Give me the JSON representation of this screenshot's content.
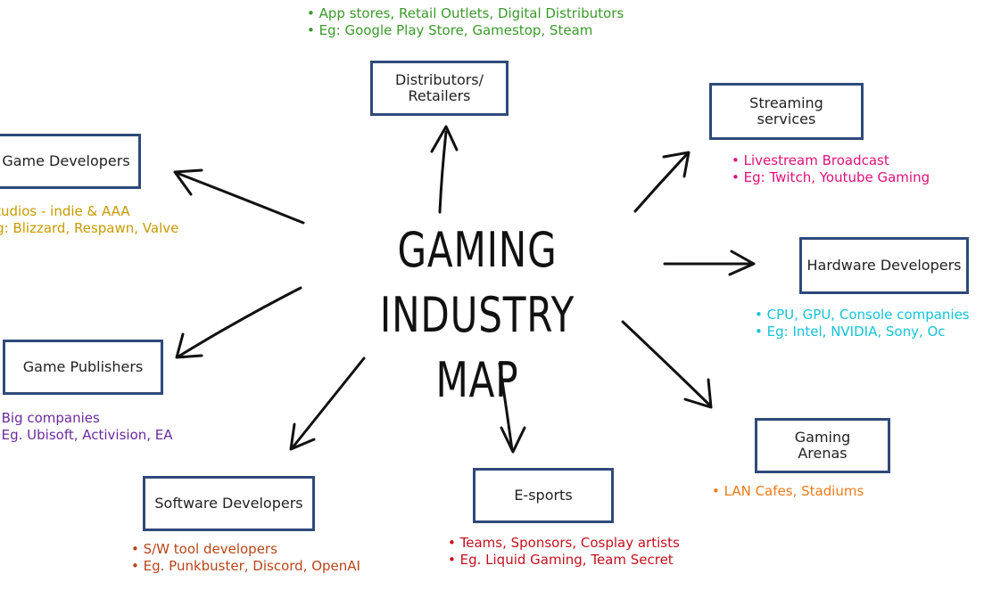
{
  "title": {
    "line1": "GAMING INDUSTRY",
    "line2": "MAP"
  },
  "colors": {
    "box_border": "#2f4a7a",
    "distributors": "#3a9a2a",
    "streaming": "#e0107a",
    "game_developers": "#c79a00",
    "hardware": "#12c3d8",
    "publishers": "#6a2a9e",
    "arenas": "#f07a1a",
    "software": "#b8451a",
    "esports": "#c4101e"
  },
  "nodes": {
    "distributors": {
      "label": "Distributors/\nRetailers",
      "notes": [
        "App stores, Retail Outlets, Digital Distributors",
        "Eg: Google Play Store, Gamestop, Steam"
      ]
    },
    "streaming": {
      "label": "Streaming\nservices",
      "notes": [
        "Livestream Broadcast",
        "Eg: Twitch, Youtube Gaming"
      ]
    },
    "game_developers": {
      "label": "Game Developers",
      "notes": [
        "Studios - indie & AAA",
        "Eg: Blizzard, Respawn, Valve"
      ]
    },
    "hardware": {
      "label": "Hardware Developers",
      "notes": [
        "CPU, GPU, Console companies",
        "Eg: Intel, NVIDIA, Sony, Oc"
      ]
    },
    "publishers": {
      "label": "Game Publishers",
      "notes": [
        "Big companies",
        "Eg. Ubisoft, Activision, EA"
      ]
    },
    "arenas": {
      "label": "Gaming\nArenas",
      "notes": [
        "LAN Cafes, Stadiums"
      ]
    },
    "software": {
      "label": "Software Developers",
      "notes": [
        "S/W tool developers",
        "Eg. Punkbuster, Discord, OpenAI"
      ]
    },
    "esports": {
      "label": "E-sports",
      "notes": [
        "Teams, Sponsors, Cosplay artists",
        "Eg. Liquid Gaming, Team Secret"
      ]
    }
  }
}
